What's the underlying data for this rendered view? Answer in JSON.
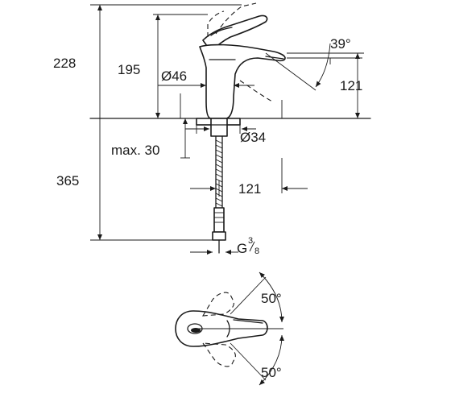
{
  "dimensions": {
    "total_height": "228",
    "spout_height": "195",
    "body_diameter": "Ø46",
    "spout_angle": "39°",
    "spout_height_right": "121",
    "mount_hole": "Ø34",
    "max_thickness": "max. 30",
    "hose_length": "365",
    "spout_reach": "121",
    "thread_prefix": "G",
    "thread_num": "3",
    "thread_den": "8",
    "lever_angle_up": "50°",
    "lever_angle_down": "50°"
  },
  "colors": {
    "line": "#1a1a1a",
    "background": "#ffffff"
  }
}
